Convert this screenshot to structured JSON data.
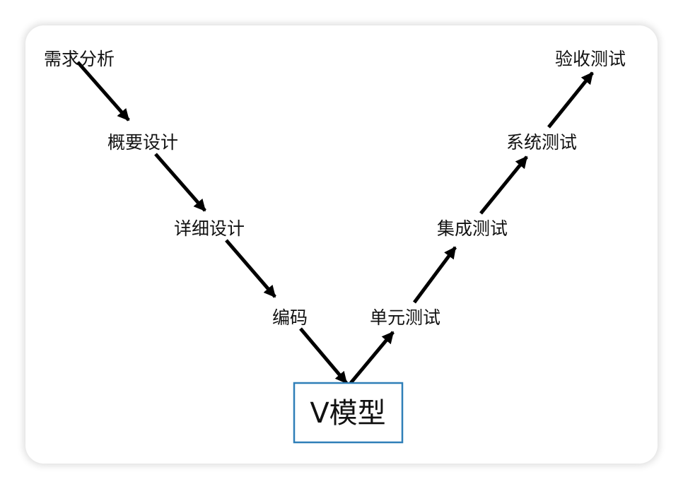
{
  "diagram": {
    "stages": {
      "requirements": "需求分析",
      "overview_design": "概要设计",
      "detailed_design": "详细设计",
      "coding": "编码",
      "unit_test": "单元测试",
      "integration_test": "集成测试",
      "system_test": "系统测试",
      "acceptance_test": "验收测试"
    },
    "title": "V模型",
    "colors": {
      "text": "#111111",
      "arrow": "#000000",
      "box_border": "#2f7fb8"
    }
  }
}
